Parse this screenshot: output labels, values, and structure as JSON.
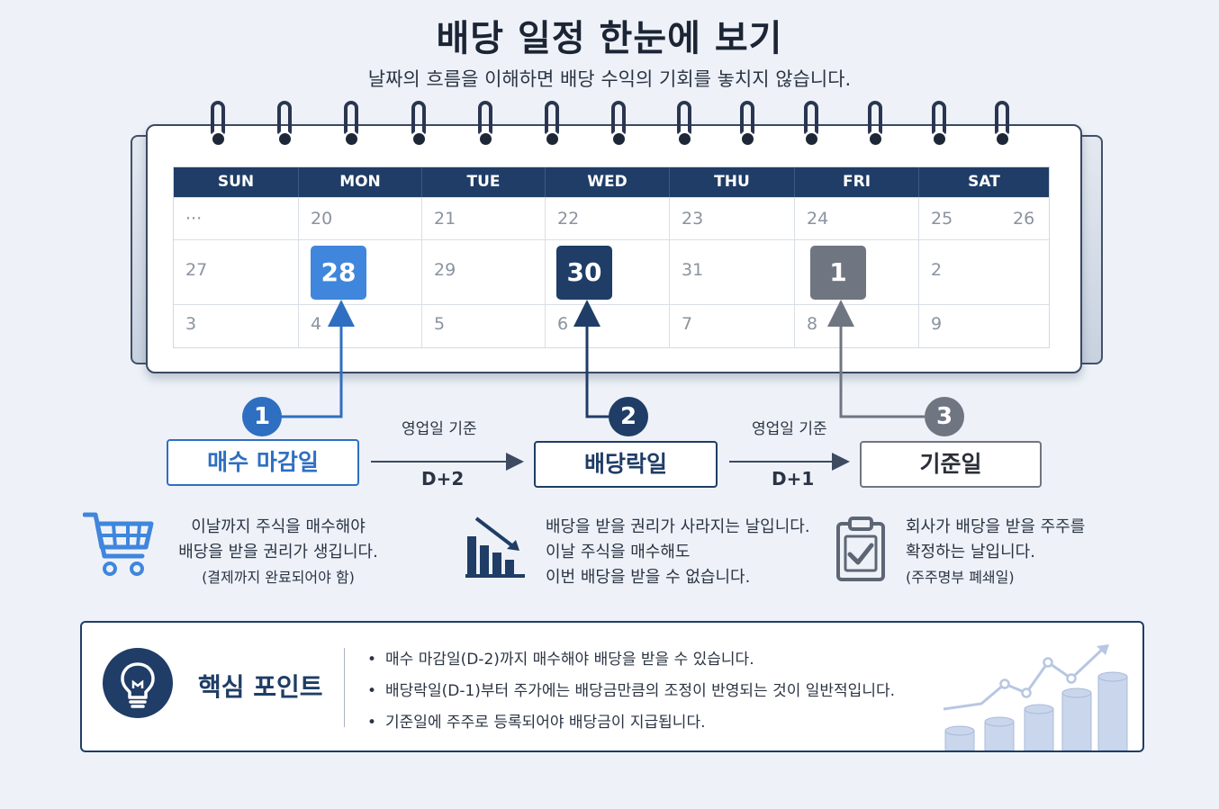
{
  "header": {
    "title": "배당 일정 한눈에 보기",
    "subtitle": "날짜의 흐름을 이해하면 배당 수익의 기회를 놓치지 않습니다."
  },
  "calendar": {
    "days": [
      "SUN",
      "MON",
      "TUE",
      "WED",
      "THU",
      "FRI",
      "SAT"
    ],
    "row1": [
      "···",
      "20",
      "21",
      "22",
      "23",
      "24",
      "25"
    ],
    "row1_extra": "26",
    "row2": [
      "27",
      "",
      "29",
      "",
      "31",
      "",
      "2"
    ],
    "row3": [
      "3",
      "4",
      "5",
      "6",
      "7",
      "8",
      "9"
    ],
    "highlight_buy": "28",
    "highlight_exdiv": "30",
    "highlight_record": "1"
  },
  "steps": {
    "step1": {
      "number": "1",
      "label": "매수 마감일"
    },
    "step2": {
      "number": "2",
      "label": "배당락일"
    },
    "step3": {
      "number": "3",
      "label": "기준일"
    },
    "gap1": {
      "basis": "영업일 기준",
      "offset": "D+2"
    },
    "gap2": {
      "basis": "영업일 기준",
      "offset": "D+1"
    }
  },
  "descriptions": {
    "buy": {
      "line1": "이날까지 주식을 매수해야",
      "line2": "배당을 받을 권리가 생깁니다.",
      "note": "(결제까지 완료되어야 함)"
    },
    "exdiv": {
      "line1": "배당을 받을 권리가 사라지는 날입니다.",
      "line2": "이날 주식을 매수해도",
      "line3": "이번 배당을 받을 수 없습니다."
    },
    "record": {
      "line1": "회사가 배당을 받을 주주를",
      "line2": "확정하는 날입니다.",
      "note": "(주주명부 폐쇄일)"
    }
  },
  "key_points": {
    "title": "핵심 포인트",
    "items": [
      "매수 마감일(D-2)까지 매수해야 배당을 받을 수 있습니다.",
      "배당락일(D-1)부터 주가에는 배당금만큼의 조정이 반영되는 것이 일반적입니다.",
      "기준일에 주주로 등록되어야 배당금이 지급됩니다."
    ]
  },
  "icons": {
    "cart": "shopping-cart-icon",
    "decline": "declining-chart-icon",
    "clipboard": "clipboard-check-icon",
    "bulb": "lightbulb-icon",
    "growth": "coin-growth-chart-icon"
  },
  "colors": {
    "navy": "#1f3d66",
    "blue": "#3f86dc",
    "gray": "#6f7681"
  }
}
